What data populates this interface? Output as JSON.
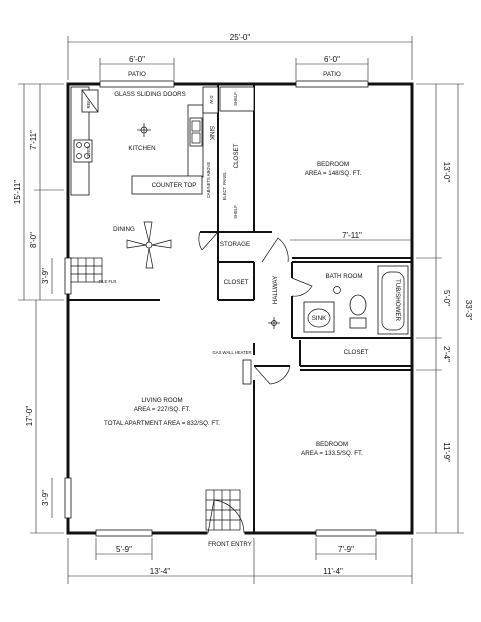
{
  "dimensions": {
    "overall_width": "25'-0\"",
    "patio_left": "6'-0\"",
    "patio_right": "6'-0\"",
    "left_total": "15'-11\"",
    "left_kitchen": "7'-11\"",
    "left_dining": "8'-0\"",
    "left_window_upper": "3'-9\"",
    "left_living": "17'-0\"",
    "left_window_lower": "3'-9\"",
    "right_total": "33'-3\"",
    "right_bedroom1": "13'-0\"",
    "right_bath": "5'-0\"",
    "right_closet": "2'-4\"",
    "right_bedroom2": "11'-9\"",
    "hall_width": "7'-11\"",
    "bottom_left_window": "5'-9\"",
    "bottom_right_window": "7'-9\"",
    "bottom_left": "13'-4\"",
    "bottom_right": "11'-4\""
  },
  "labels": {
    "patio_left": "PATIO",
    "patio_right": "PATIO",
    "glass_doors": "GLASS SLIDING DOORS",
    "ref": "REF.",
    "oven": "OVEN",
    "kitchen": "KITCHEN",
    "sink_kitchen": "SINK",
    "dw": "D.W.",
    "shelf_top": "SHELF",
    "cabinets_above": "CABINETS ABOVE",
    "closet_kitchen": "CLOSET",
    "elect_panel": "ELECT. PANEL",
    "shelf_bottom": "SHELF",
    "counter_top": "COUNTER TOP",
    "dining": "DINING",
    "storage": "STORAGE",
    "closet_hall": "CLOSET",
    "tile_flr": "TILE FLR.",
    "hallway": "HALLWAY",
    "bedroom1_name": "BEDROOM",
    "bedroom1_area": "AREA = 148/SQ. FT.",
    "bath_room": "BATH ROOM",
    "sink_bath": "SINK",
    "tub_shower": "TUB/SHOWER",
    "closet_bed2": "CLOSET",
    "gas_wall_heater": "GAS WALL HEATER",
    "living_name": "LIVING ROOM",
    "living_area": "AREA = 227/SQ. FT.",
    "total_area": "TOTAL APARTMENT AREA = 832/SQ. FT.",
    "bedroom2_name": "BEDROOM",
    "bedroom2_area": "AREA = 133.5/SQ. FT.",
    "front_entry": "FRONT ENTRY"
  }
}
